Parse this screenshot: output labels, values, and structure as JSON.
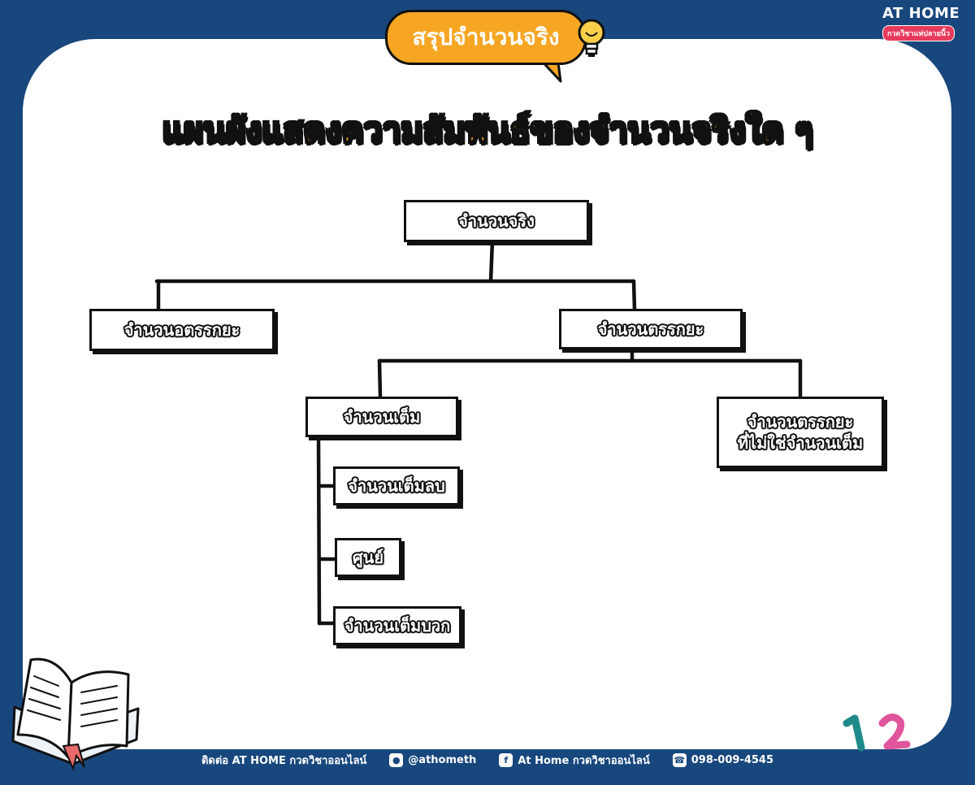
{
  "header": {
    "badge_text": "สรุปจำนวนจริง",
    "brand_name": "AT HOME",
    "brand_tagline": "กวดวิชาแห่ปลายนิ้ว"
  },
  "title": "แผนผังแสดงความสัมพันธ์ของจำนวนจริงใด ๆ",
  "diagram": {
    "root": "จำนวนจริง",
    "irrational": "จำนวนอตรรกยะ",
    "rational": "จำนวนตรรกยะ",
    "integers": "จำนวนเต็ม",
    "non_integer_rational_line1": "จำนวนตรรกยะ",
    "non_integer_rational_line2": "ที่ไม่ใช่จำนวนเต็ม",
    "negative_integers": "จำนวนเต็มลบ",
    "zero": "ศูนย์",
    "positive_integers": "จำนวนเต็มบวก"
  },
  "footer": {
    "contact": "ติดต่อ AT HOME กวดวิชาออนไลน์",
    "line_id": "@athometh",
    "facebook": "At Home กวดวิชาออนไลน์",
    "phone": "098-009-4545"
  },
  "colors": {
    "background": "#17477d",
    "accent": "#f6a623",
    "brand_red": "#e83a5c",
    "deco_teal": "#1e8a8a",
    "deco_pink": "#e0559b"
  },
  "icons": [
    "light-bulb-icon",
    "line-icon",
    "facebook-icon",
    "phone-icon",
    "open-book-icon"
  ]
}
